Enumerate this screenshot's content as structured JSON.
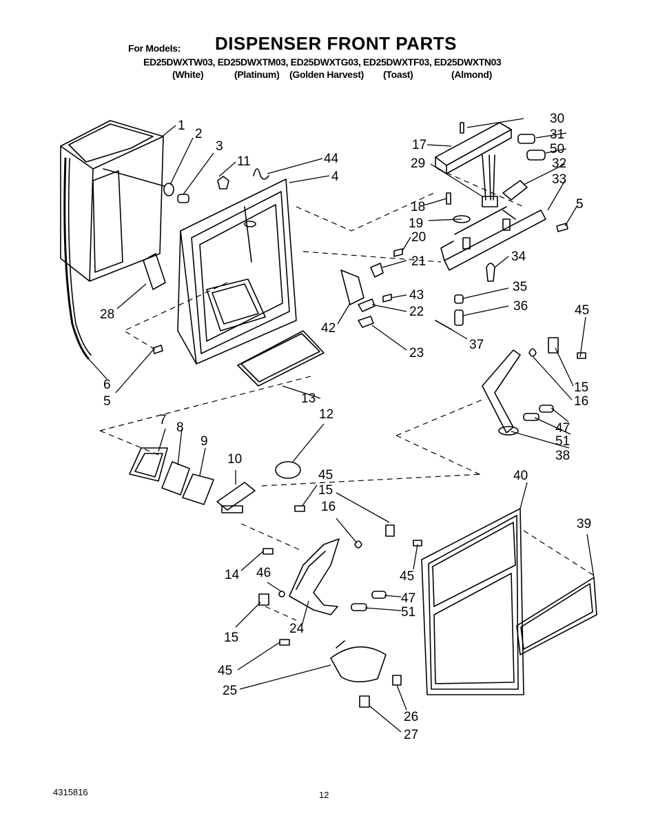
{
  "header": {
    "for_models_label": "For Models:",
    "title": "DISPENSER FRONT PARTS",
    "models": "ED25DWXTW03, ED25DWXTM03, ED25DWXTG03, ED25DWXTF03, ED25DWXTN03",
    "colors": [
      "(White)",
      "(Platinum)",
      "(Golden Harvest)",
      "(Toast)",
      "(Almond)"
    ]
  },
  "callouts": [
    "1",
    "2",
    "3",
    "11",
    "44",
    "4",
    "17",
    "29",
    "30",
    "31",
    "50",
    "32",
    "33",
    "5",
    "18",
    "19",
    "20",
    "21",
    "34",
    "43",
    "35",
    "22",
    "36",
    "42",
    "45",
    "23",
    "37",
    "28",
    "6",
    "5",
    "15",
    "16",
    "13",
    "12",
    "7",
    "8",
    "9",
    "10",
    "47",
    "51",
    "38",
    "45",
    "15",
    "16",
    "40",
    "39",
    "14",
    "46",
    "45",
    "47",
    "51",
    "15",
    "24",
    "45",
    "25",
    "26",
    "27"
  ],
  "footer": {
    "doc_number": "4315816",
    "page_number": "12"
  }
}
